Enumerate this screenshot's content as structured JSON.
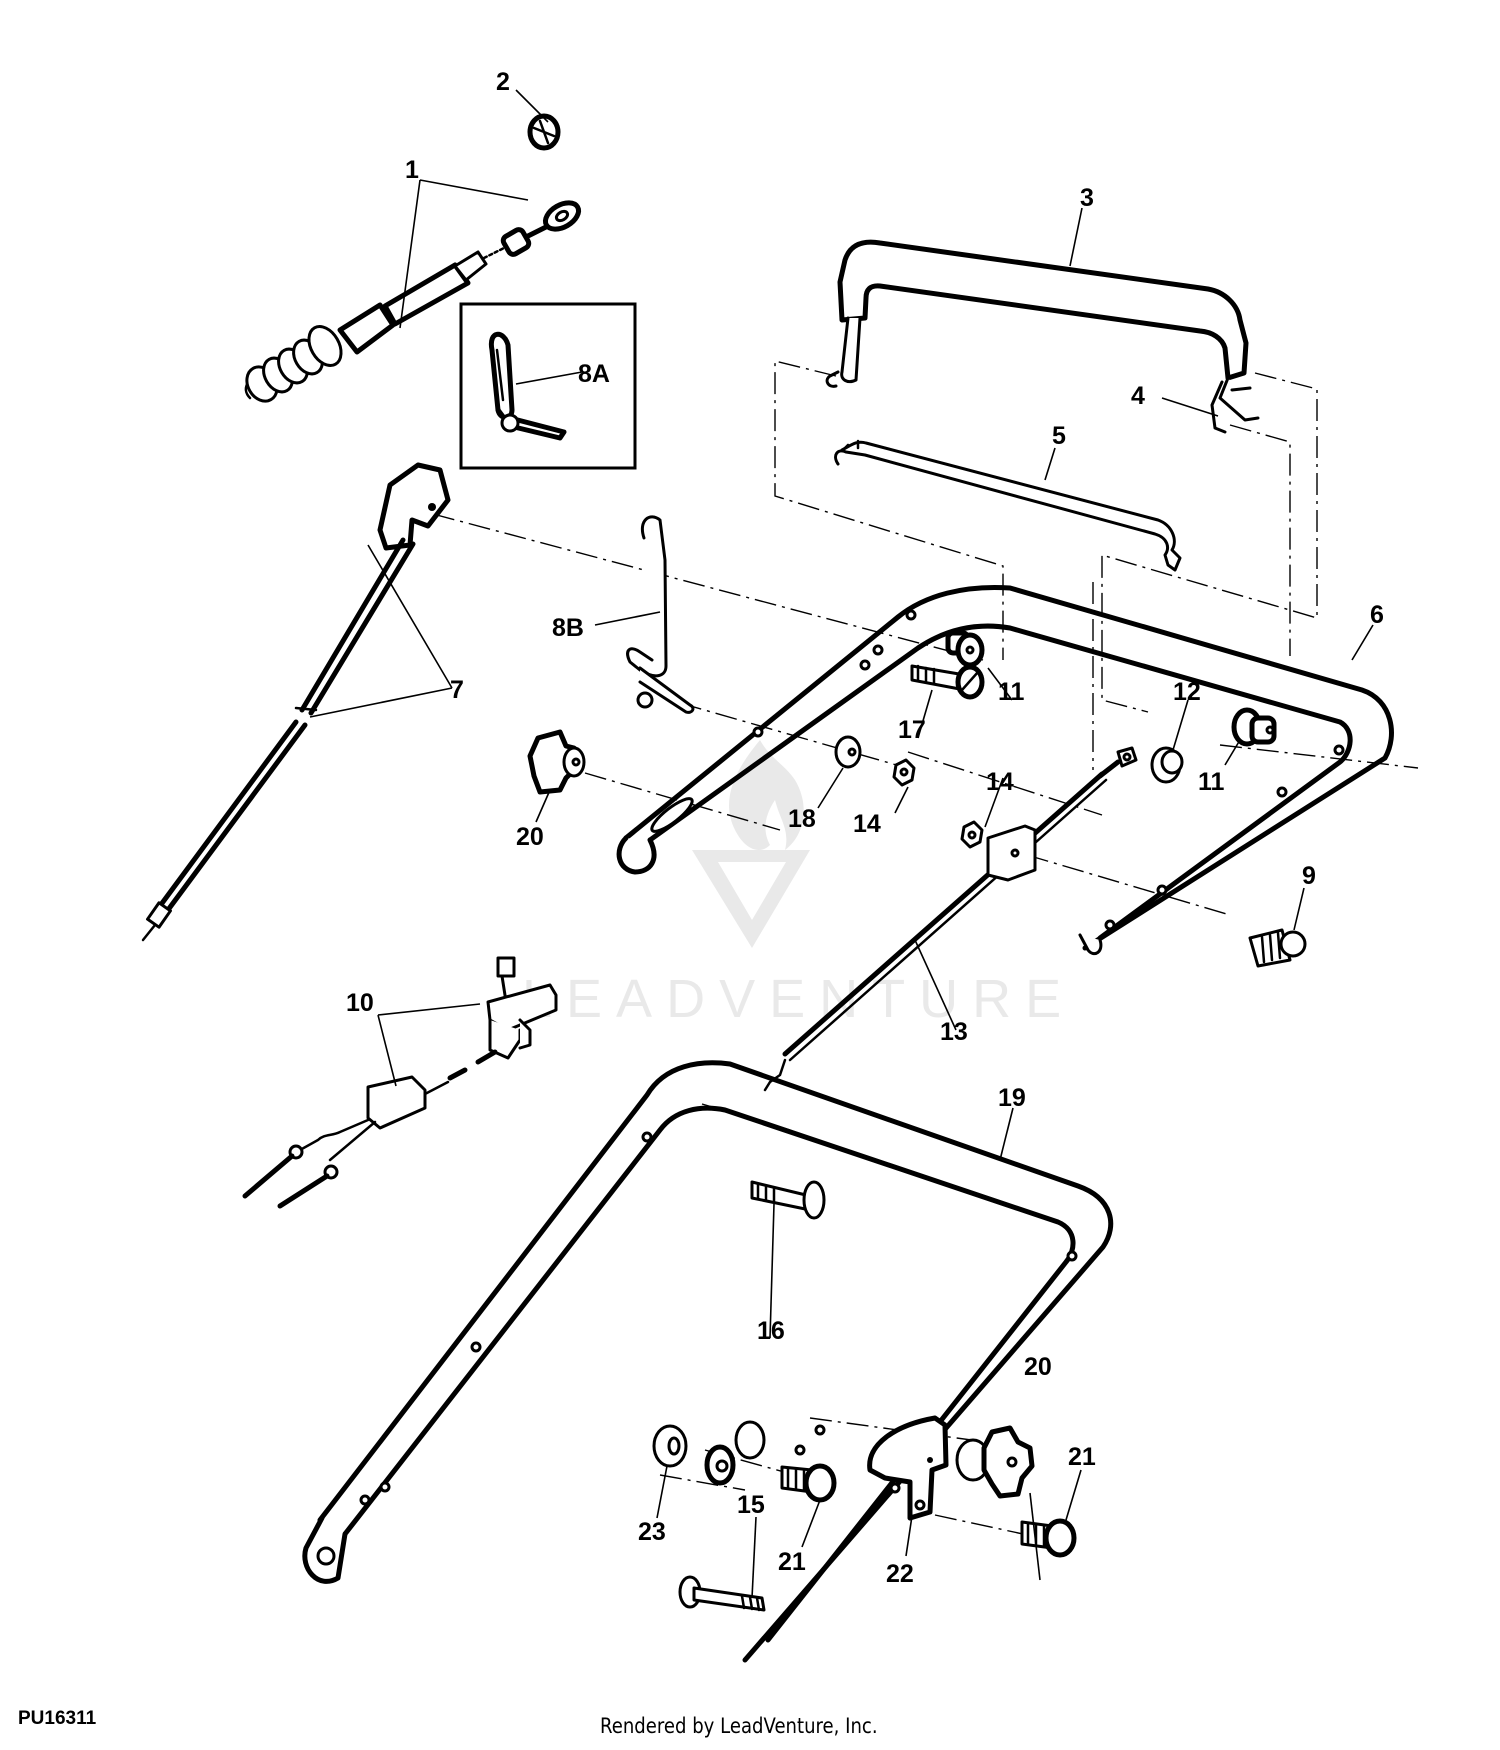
{
  "figure": {
    "id": "PU16311",
    "credit": "Rendered by LeadVenture, Inc.",
    "watermark": "LEADVENTURE"
  },
  "callouts": [
    {
      "key": "c1",
      "label": "1",
      "part": "throttle-control-cable"
    },
    {
      "key": "c2",
      "label": "2",
      "part": "cable-clip-nut"
    },
    {
      "key": "c3",
      "label": "3",
      "part": "operator-presence-bail"
    },
    {
      "key": "c4",
      "label": "4",
      "part": "bail-clip"
    },
    {
      "key": "c5",
      "label": "5",
      "part": "bail-rod"
    },
    {
      "key": "c6",
      "label": "6",
      "part": "upper-handle"
    },
    {
      "key": "c7",
      "label": "7",
      "part": "drive-cable"
    },
    {
      "key": "c8a",
      "label": "8A",
      "part": "handle-pin-detail"
    },
    {
      "key": "c8b",
      "label": "8B",
      "part": "handle-pin"
    },
    {
      "key": "c9",
      "label": "9",
      "part": "screw"
    },
    {
      "key": "c10",
      "label": "10",
      "part": "wiring-harness"
    },
    {
      "key": "c11a",
      "label": "11",
      "part": "bushing-left"
    },
    {
      "key": "c11b",
      "label": "11",
      "part": "bushing-right"
    },
    {
      "key": "c12",
      "label": "12",
      "part": "bushing"
    },
    {
      "key": "c13",
      "label": "13",
      "part": "control-rod"
    },
    {
      "key": "c14a",
      "label": "14",
      "part": "lock-nut-left"
    },
    {
      "key": "c14b",
      "label": "14",
      "part": "lock-nut-right"
    },
    {
      "key": "c15",
      "label": "15",
      "part": "carriage-bolt-lower"
    },
    {
      "key": "c16",
      "label": "16",
      "part": "carriage-bolt"
    },
    {
      "key": "c17",
      "label": "17",
      "part": "shoulder-bolt"
    },
    {
      "key": "c18",
      "label": "18",
      "part": "washer"
    },
    {
      "key": "c19",
      "label": "19",
      "part": "lower-handle"
    },
    {
      "key": "c20a",
      "label": "20",
      "part": "handle-knob-upper"
    },
    {
      "key": "c20b",
      "label": "20",
      "part": "handle-knob-lower"
    },
    {
      "key": "c21a",
      "label": "21",
      "part": "flange-bolt-left"
    },
    {
      "key": "c21b",
      "label": "21",
      "part": "flange-bolt-right"
    },
    {
      "key": "c22",
      "label": "22",
      "part": "height-adjust-bracket"
    },
    {
      "key": "c23",
      "label": "23",
      "part": "flange-nut"
    }
  ]
}
